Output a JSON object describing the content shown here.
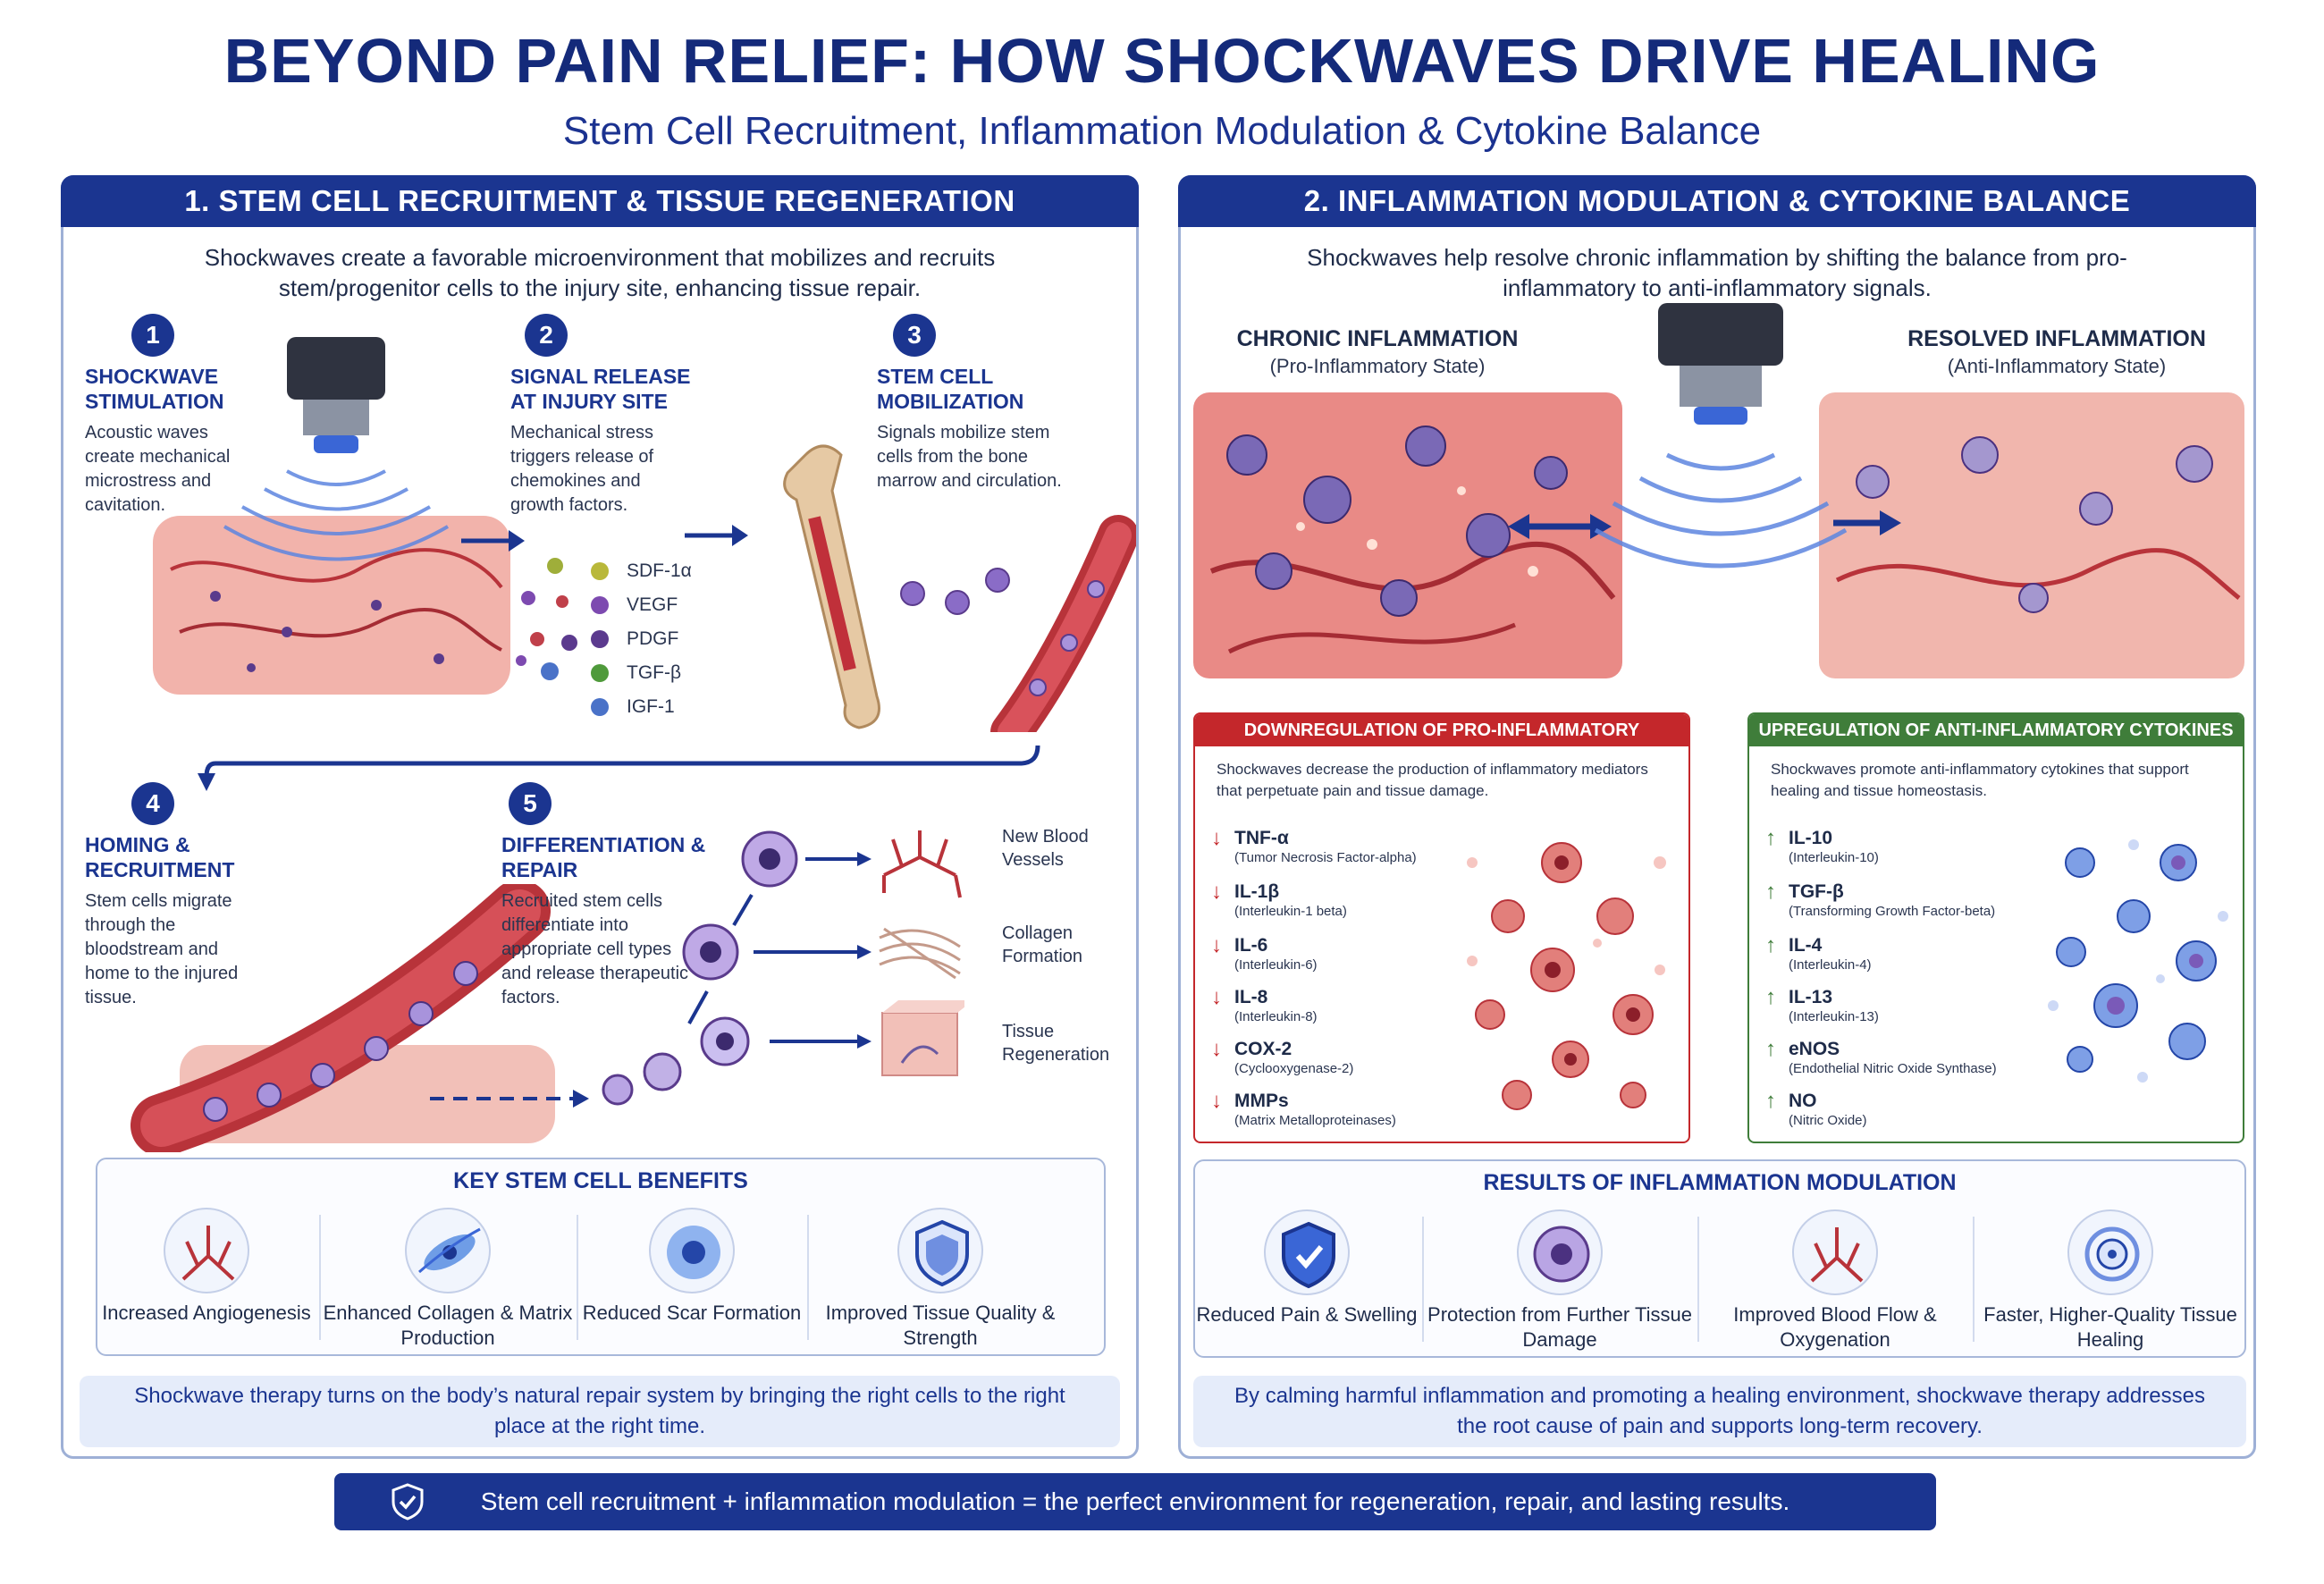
{
  "header": {
    "title": "BEYOND PAIN RELIEF: HOW SHOCKWAVES DRIVE HEALING",
    "subtitle": "Stem Cell Recruitment, Inflammation Modulation & Cytokine Balance"
  },
  "left_panel": {
    "heading": "1. STEM CELL RECRUITMENT & TISSUE REGENERATION",
    "intro": "Shockwaves create a favorable microenvironment that mobilizes and recruits stem/progenitor cells to the injury site, enhancing tissue repair.",
    "steps": [
      {
        "number": "1",
        "title": "SHOCKWAVE STIMULATION",
        "text": "Acoustic waves create mechanical microstress and cavitation."
      },
      {
        "number": "2",
        "title": "SIGNAL RELEASE AT INJURY SITE",
        "text": "Mechanical stress triggers release of chemokines and growth factors."
      },
      {
        "number": "3",
        "title": "STEM CELL MOBILIZATION",
        "text": "Signals mobilize stem cells from the bone marrow and circulation."
      },
      {
        "number": "4",
        "title": "HOMING & RECRUITMENT",
        "text": "Stem cells migrate through the bloodstream and home to the injured tissue."
      },
      {
        "number": "5",
        "title": "DIFFERENTIATION & REPAIR",
        "text": "Recruited stem cells differentiate into appropriate cell types and release therapeutic factors."
      }
    ],
    "growth_factors": [
      {
        "label": "SDF-1α",
        "color": "#b9b83a"
      },
      {
        "label": "VEGF",
        "color": "#7d4ab0"
      },
      {
        "label": "PDGF",
        "color": "#5b3a8e"
      },
      {
        "label": "TGF-β",
        "color": "#4f9a3b"
      },
      {
        "label": "IGF-1",
        "color": "#4a72c8"
      }
    ],
    "outcomes": [
      {
        "label": "New Blood Vessels"
      },
      {
        "label": "Collagen Formation"
      },
      {
        "label": "Tissue Regeneration"
      }
    ],
    "benefits_title": "KEY STEM CELL BENEFITS",
    "benefits": [
      {
        "label": "Increased Angiogenesis",
        "icon": "blood-vessel-icon"
      },
      {
        "label": "Enhanced Collagen & Matrix Production",
        "icon": "fibroblast-icon"
      },
      {
        "label": "Reduced Scar Formation",
        "icon": "cell-icon"
      },
      {
        "label": "Improved Tissue Quality & Strength",
        "icon": "shield-icon"
      }
    ],
    "note": "Shockwave therapy turns on the body’s natural repair system by bringing the right cells to the right place at the right time."
  },
  "right_panel": {
    "heading": "2. INFLAMMATION MODULATION & CYTOKINE BALANCE",
    "intro": "Shockwaves help resolve chronic inflammation by shifting the balance from pro-inflammatory to anti-inflammatory signals.",
    "chronic_title": "CHRONIC INFLAMMATION",
    "chronic_sub": "(Pro-Inflammatory State)",
    "resolved_title": "RESOLVED INFLAMMATION",
    "resolved_sub": "(Anti-Inflammatory State)",
    "down_box": {
      "heading": "DOWNREGULATION OF PRO-INFLAMMATORY CYTOKINES",
      "intro": "Shockwaves decrease the production of inflammatory mediators that perpetuate pain and tissue damage.",
      "color": "#c4272b",
      "items": [
        {
          "name": "TNF-α",
          "full": "(Tumor Necrosis Factor-alpha)"
        },
        {
          "name": "IL-1β",
          "full": "(Interleukin-1 beta)"
        },
        {
          "name": "IL-6",
          "full": "(Interleukin-6)"
        },
        {
          "name": "IL-8",
          "full": "(Interleukin-8)"
        },
        {
          "name": "COX-2",
          "full": "(Cyclooxygenase-2)"
        },
        {
          "name": "MMPs",
          "full": "(Matrix Metalloproteinases)"
        }
      ]
    },
    "up_box": {
      "heading": "UPREGULATION OF ANTI-INFLAMMATORY CYTOKINES",
      "intro": "Shockwaves promote anti-inflammatory cytokines that support healing and tissue homeostasis.",
      "color": "#3f7d3a",
      "items": [
        {
          "name": "IL-10",
          "full": "(Interleukin-10)"
        },
        {
          "name": "TGF-β",
          "full": "(Transforming Growth Factor-beta)"
        },
        {
          "name": "IL-4",
          "full": "(Interleukin-4)"
        },
        {
          "name": "IL-13",
          "full": "(Interleukin-13)"
        },
        {
          "name": "eNOS",
          "full": "(Endothelial Nitric Oxide Synthase)"
        },
        {
          "name": "NO",
          "full": "(Nitric Oxide)"
        }
      ]
    },
    "results_title": "RESULTS OF INFLAMMATION MODULATION",
    "results": [
      {
        "label": "Reduced Pain & Swelling",
        "icon": "shield-check-icon"
      },
      {
        "label": "Protection from Further Tissue Damage",
        "icon": "cell-icon"
      },
      {
        "label": "Improved Blood Flow & Oxygenation",
        "icon": "blood-vessel-icon"
      },
      {
        "label": "Faster, Higher-Quality Tissue Healing",
        "icon": "tissue-icon"
      }
    ],
    "note": "By calming harmful inflammation and promoting a healing environment, shockwave therapy addresses the root cause of pain and supports long-term recovery."
  },
  "footer": {
    "text": "Stem cell recruitment + inflammation modulation = the perfect environment for regeneration, repair, and lasting results."
  },
  "colors": {
    "navy": "#1b3590",
    "pro_inflammatory_red": "#c4272b",
    "anti_inflammatory_green": "#3f7d3a"
  }
}
